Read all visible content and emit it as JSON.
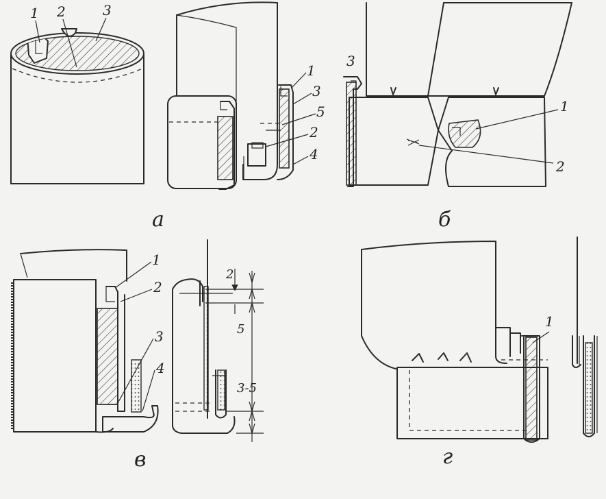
{
  "figures": {
    "a": {
      "caption": "а",
      "left_labels": [
        "1",
        "2",
        "3"
      ],
      "right_labels": [
        "1",
        "3",
        "5",
        "2",
        "4"
      ]
    },
    "b": {
      "caption": "б",
      "labels": [
        "3",
        "1",
        "2"
      ]
    },
    "v": {
      "caption": "в",
      "labels": [
        "1",
        "2",
        "3",
        "4"
      ],
      "dimensions": [
        "2",
        "5",
        "3-5"
      ]
    },
    "g": {
      "caption": "г",
      "labels": [
        "1"
      ]
    }
  }
}
